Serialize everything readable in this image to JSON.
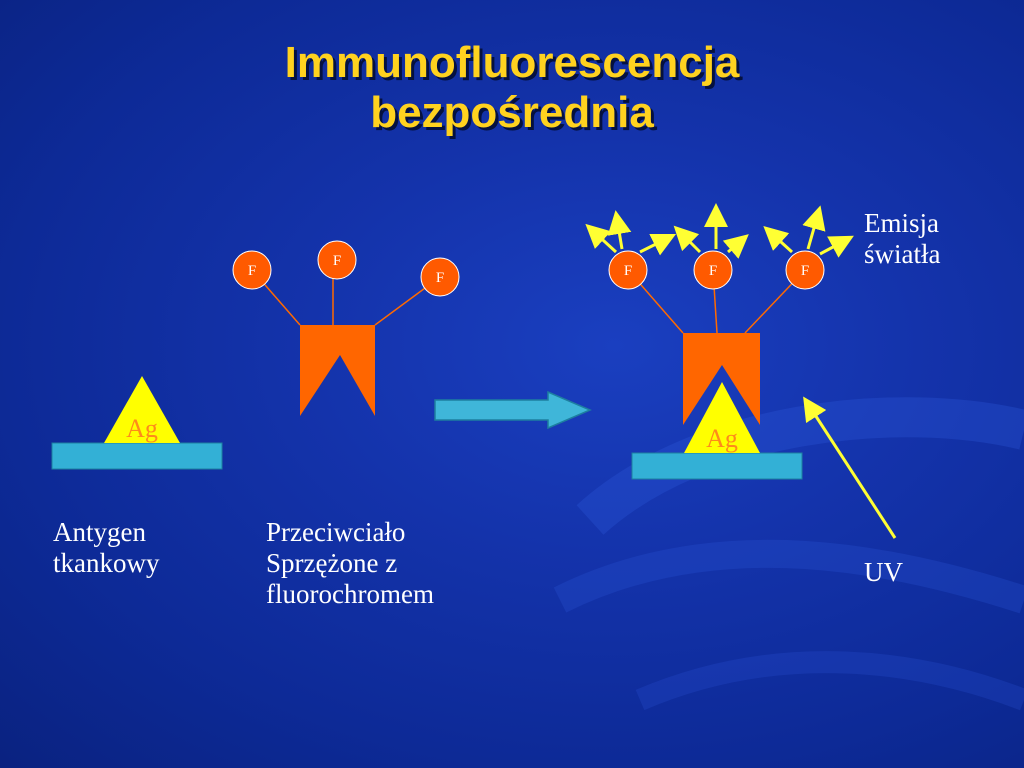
{
  "slide": {
    "title_line1": "Immunofluorescencja",
    "title_line2": "bezpośrednia"
  },
  "labels": {
    "antigen_line1": "Antygen",
    "antigen_line2": "tkankowy",
    "antibody_line1": "Przeciwciało",
    "antibody_line2": "Sprzężone z",
    "antibody_line3": "fluorochromem",
    "emission_line1": "Emisja",
    "emission_line2": "światła",
    "uv": "UV"
  },
  "diagram": {
    "fluorochrome_symbol": "F",
    "antigen_symbol": "Ag"
  },
  "colors": {
    "background": "#1433ab",
    "title": "#ffd21f",
    "antibody": "#ff6600",
    "fluorochrome": "#ff5a00",
    "antigen": "#ffff00",
    "tissue": "#33b0d6",
    "light_arrows": "#ffff33"
  }
}
